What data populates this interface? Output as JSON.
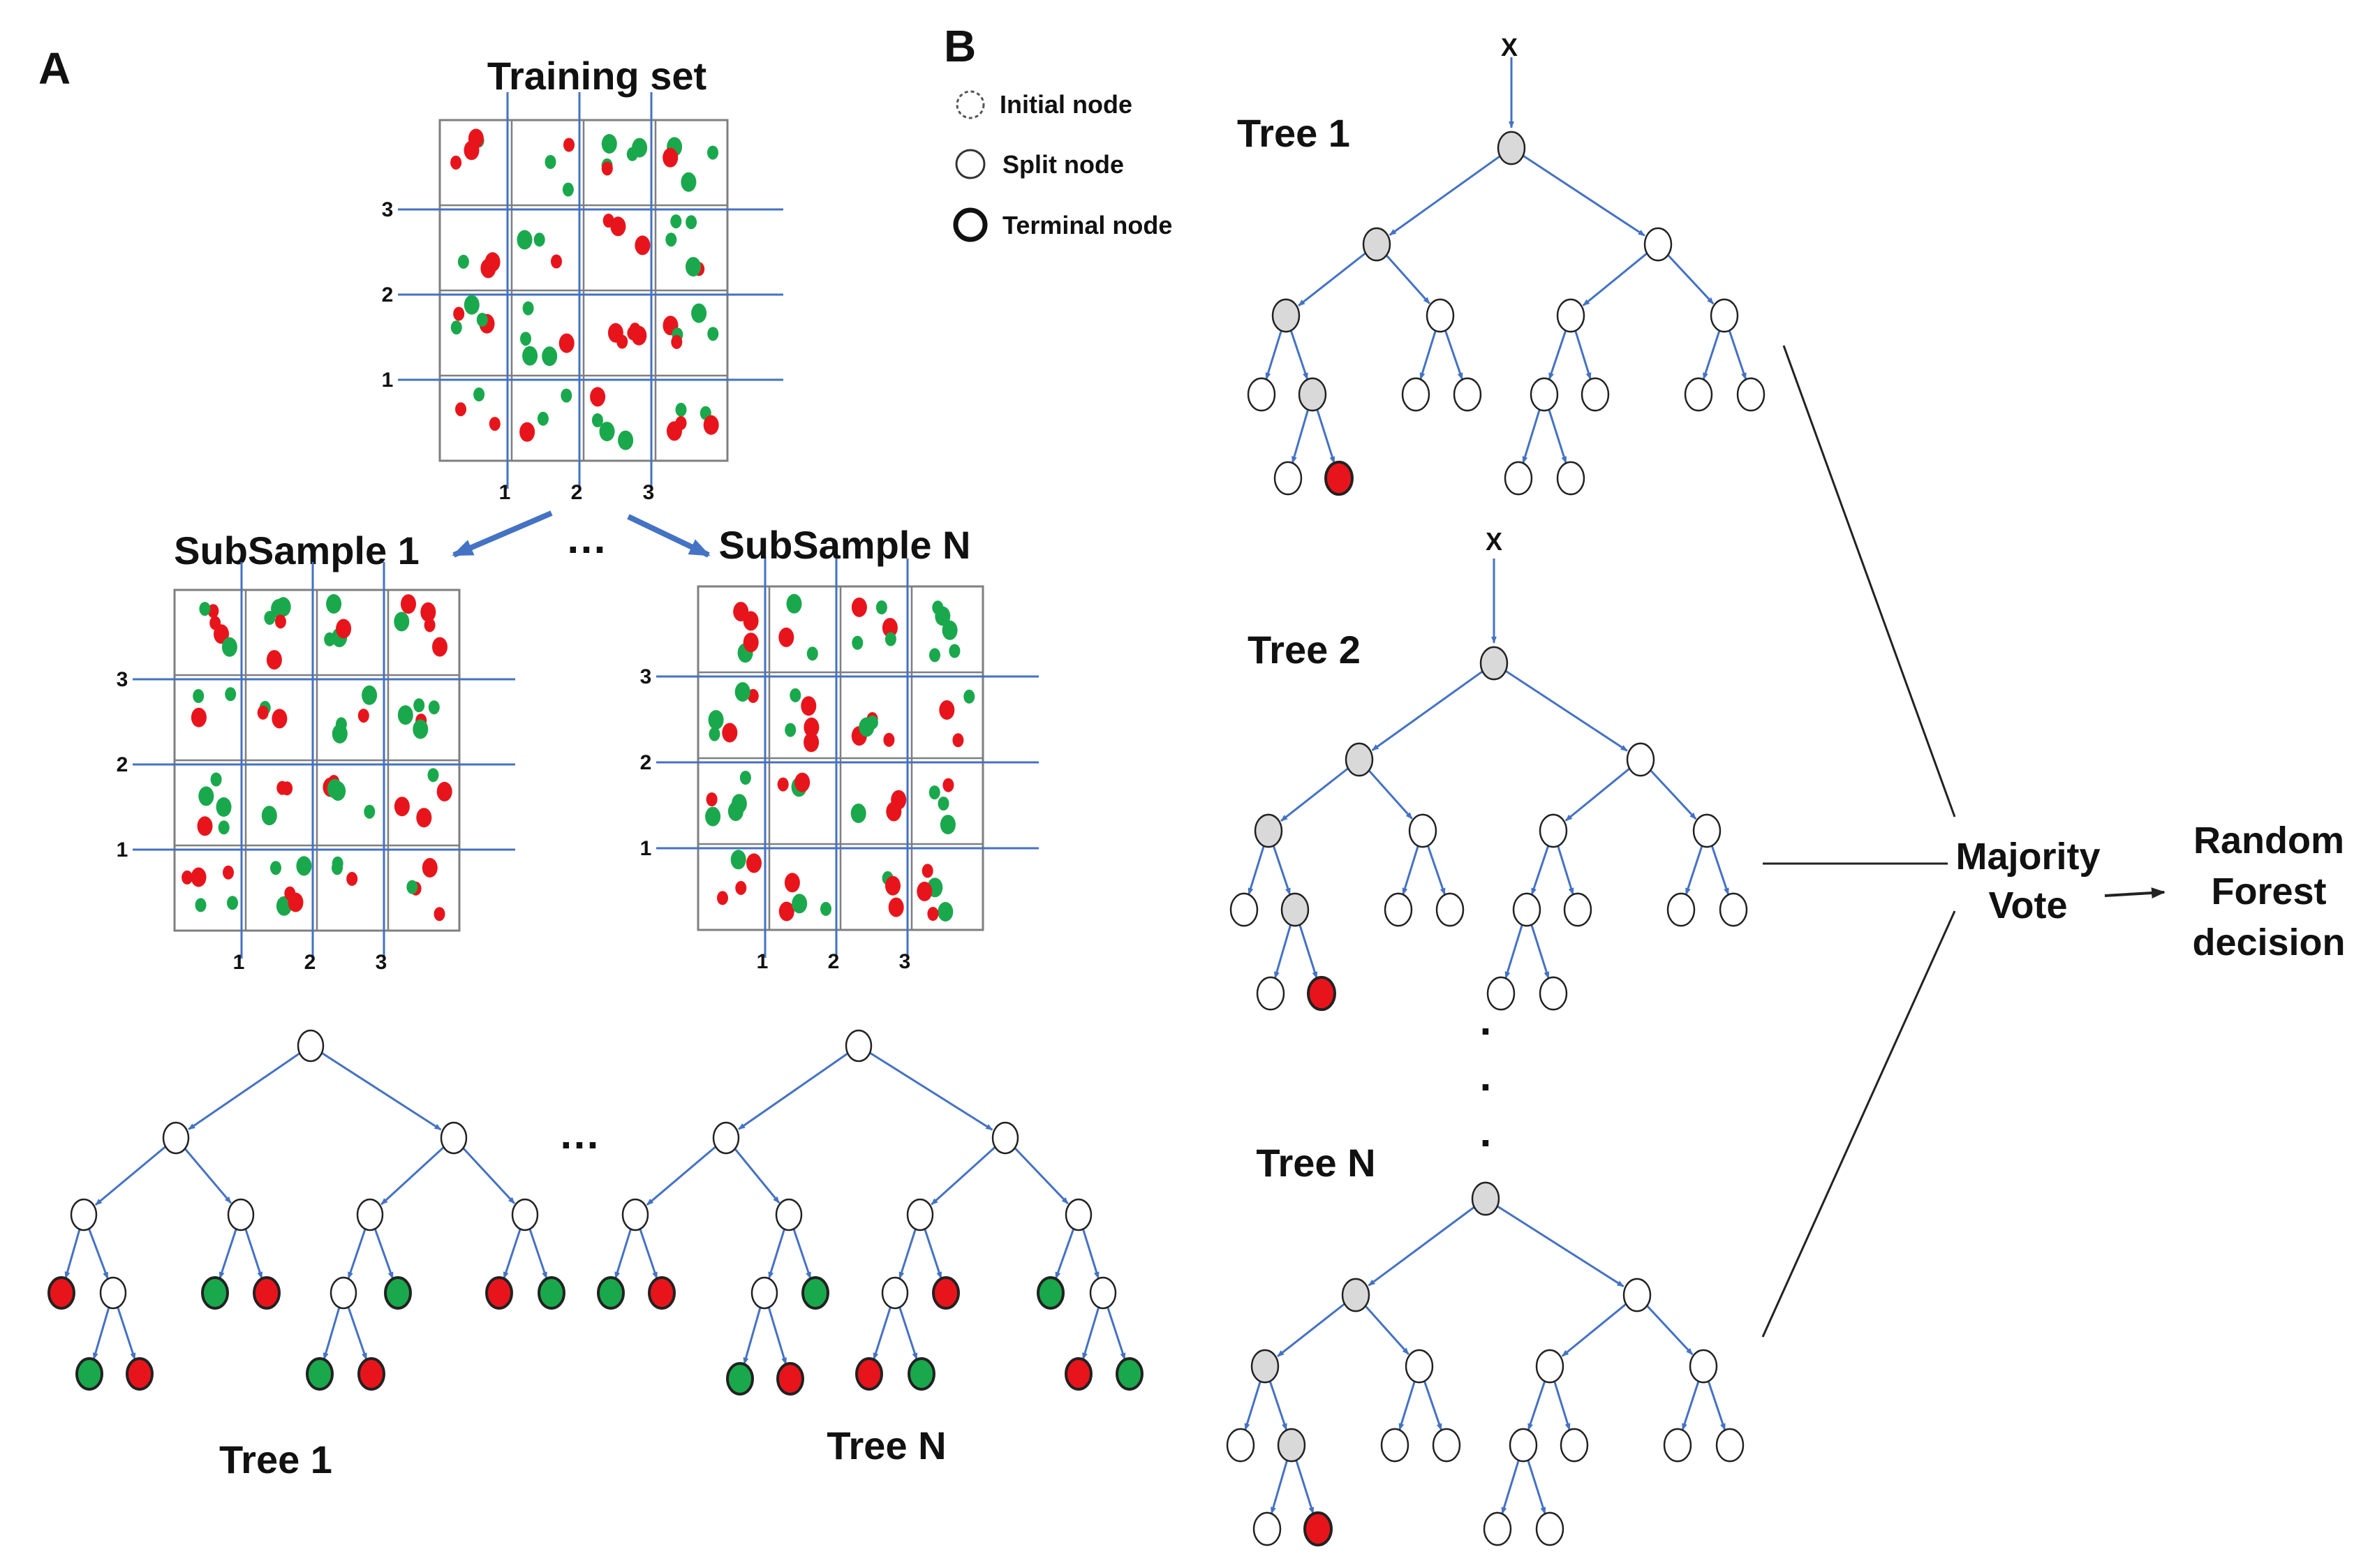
{
  "panels": {
    "a": "A",
    "b": "B"
  },
  "training_set": {
    "title": "Training set"
  },
  "subsample_1": {
    "title": "SubSample 1"
  },
  "subsample_n": {
    "title": "SubSample N"
  },
  "axis_labels": [
    "1",
    "2",
    "3"
  ],
  "ellipsis": "…",
  "legend": {
    "initial": "Initial node",
    "split": "Split node",
    "terminal": "Terminal node"
  },
  "panel_a_trees": {
    "tree_1": "Tree 1",
    "tree_n": "Tree N"
  },
  "panel_b_trees": {
    "tree_1": "Tree 1",
    "tree_2": "Tree 2",
    "tree_n": "Tree N"
  },
  "input_label": "X",
  "vertical_dots": ".",
  "majority_vote": [
    "Majority",
    "Vote"
  ],
  "decision": [
    "Random",
    "Forest",
    "decision"
  ],
  "colors": {
    "red": "#e8141b",
    "green": "#1aa84c",
    "blue_line": "#4472c4",
    "grey_node": "#d9d9d9",
    "grid_border": "#7f7f7f",
    "text": "#111111"
  }
}
